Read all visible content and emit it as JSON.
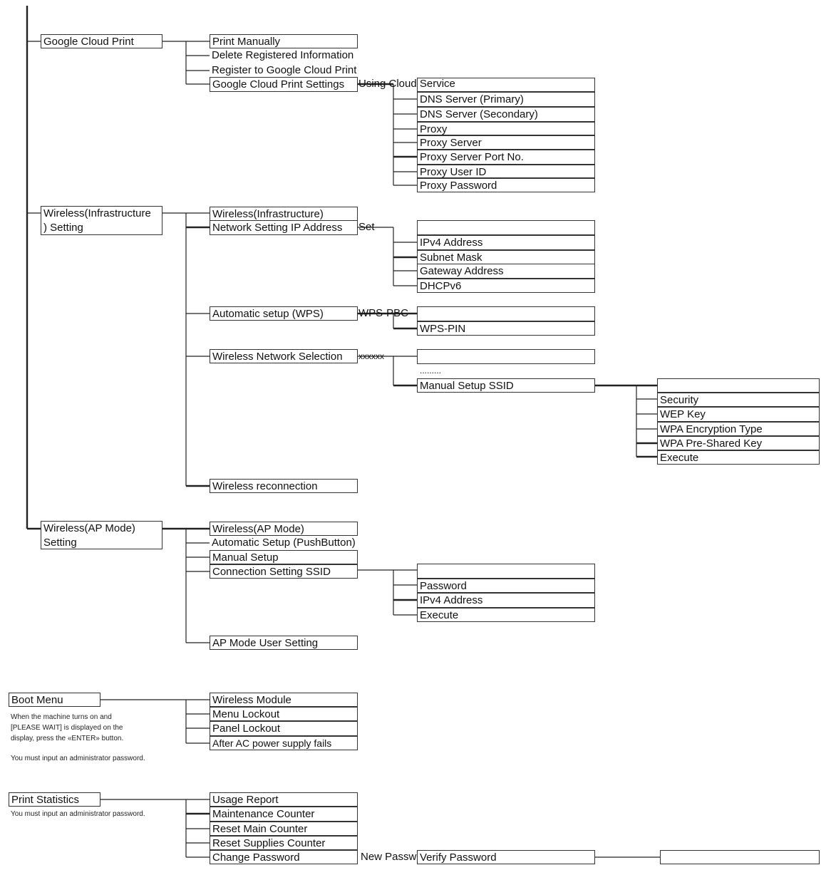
{
  "google_cloud_print": {
    "label": "Google Cloud Print",
    "items": [
      "Print Manually",
      "Delete Registered Information",
      "Register to Google Cloud Print",
      "Google Cloud Print Settings"
    ],
    "settings_label": "Using Cloud Service",
    "settings_items": [
      "DNS Server (Primary)",
      "DNS Server (Secondary)",
      "Proxy",
      "Proxy Server",
      "Proxy Server Port No.",
      "Proxy User ID",
      "Proxy Password"
    ]
  },
  "wireless_infra": {
    "label_line1": "Wireless(Infrastructure",
    "label_line2": ") Setting",
    "items": [
      "Wireless(Infrastructure)",
      "Network Setting IP Address",
      "Automatic setup (WPS)",
      "Wireless Network Selection",
      "Wireless reconnection"
    ],
    "ip_label": "Set",
    "ip_items": [
      "IPv4 Address",
      "Subnet Mask",
      "Gateway Address",
      "DHCPv6"
    ],
    "wps_label": "WPS-PBC",
    "wps_items": [
      "WPS-PIN"
    ],
    "network_label": "xxxxxx",
    "network_ellipsis": ".........",
    "manual_setup": "Manual Setup SSID",
    "ssid_items": [
      "Security",
      "WEP Key",
      "WPA Encryption Type",
      "WPA Pre-Shared Key",
      "Execute"
    ]
  },
  "wireless_ap": {
    "label_line1": "Wireless(AP Mode)",
    "label_line2": "Setting",
    "items": [
      "Wireless(AP Mode)",
      "Automatic Setup (PushButton)",
      "Manual Setup",
      "Connection Setting SSID",
      "AP Mode User Setting"
    ],
    "ssid_items": [
      "Password",
      "IPv4 Address",
      "Execute"
    ]
  },
  "boot_menu": {
    "label": "Boot Menu",
    "note_lines": [
      "When the machine turns on and",
      "[PLEASE WAIT] is displayed on the",
      "display, press the «ENTER» button."
    ],
    "note_admin": "You must input an administrator password.",
    "items": [
      "Wireless Module",
      "Menu Lockout",
      "Panel Lockout",
      "After AC power supply fails"
    ]
  },
  "print_statistics": {
    "label": "Print Statistics",
    "note_admin": "You must input an administrator password.",
    "items": [
      "Usage Report",
      "Maintenance Counter",
      "Reset Main Counter",
      "Reset Supplies Counter",
      "Change Password"
    ],
    "change_password_label": "New Password",
    "verify_label": "Verify Password"
  }
}
